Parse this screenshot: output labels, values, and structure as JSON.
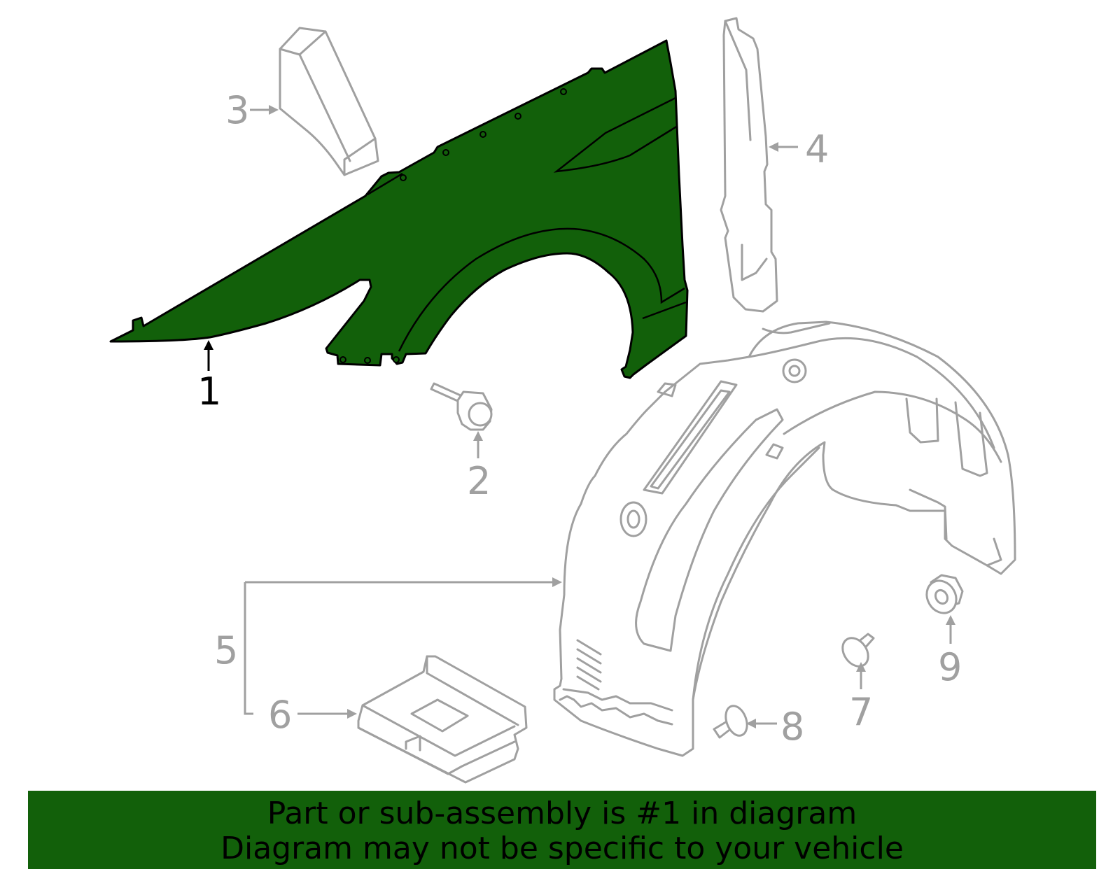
{
  "diagram": {
    "highlight_color": "#12600a",
    "line_color": "#a0a0a0",
    "parts": [
      {
        "number": "1",
        "name": "fender",
        "highlighted": true
      },
      {
        "number": "2",
        "name": "bolt",
        "highlighted": false
      },
      {
        "number": "3",
        "name": "insulator",
        "highlighted": false
      },
      {
        "number": "4",
        "name": "seal",
        "highlighted": false
      },
      {
        "number": "5",
        "name": "fender liner",
        "highlighted": false
      },
      {
        "number": "6",
        "name": "shield",
        "highlighted": false
      },
      {
        "number": "7",
        "name": "clip",
        "highlighted": false
      },
      {
        "number": "8",
        "name": "retainer",
        "highlighted": false
      },
      {
        "number": "9",
        "name": "nut",
        "highlighted": false
      }
    ]
  },
  "banner": {
    "line1": "Part or sub-assembly is #1 in diagram",
    "line2": "Diagram may not be specific to your vehicle",
    "background": "#12600a"
  }
}
